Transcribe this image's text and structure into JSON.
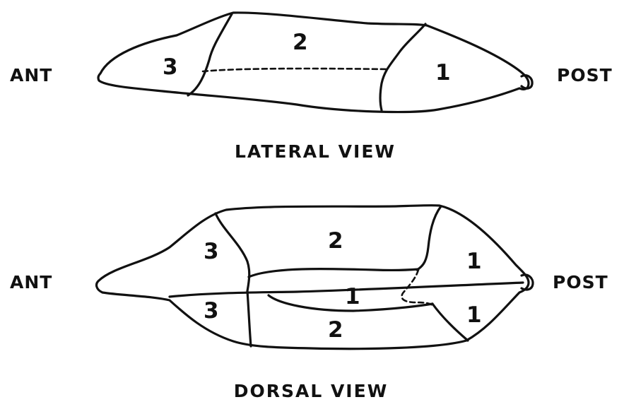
{
  "lateral": {
    "caption": "LATERAL VIEW",
    "ant": "ANT",
    "post": "POST",
    "regions": [
      "3",
      "2",
      "1"
    ]
  },
  "dorsal": {
    "caption": "DORSAL VIEW",
    "ant": "ANT",
    "post": "POST",
    "regions_upper": [
      "3",
      "2",
      "1"
    ],
    "regions_middle": [
      "1"
    ],
    "regions_lower": [
      "3",
      "2",
      "1"
    ]
  }
}
